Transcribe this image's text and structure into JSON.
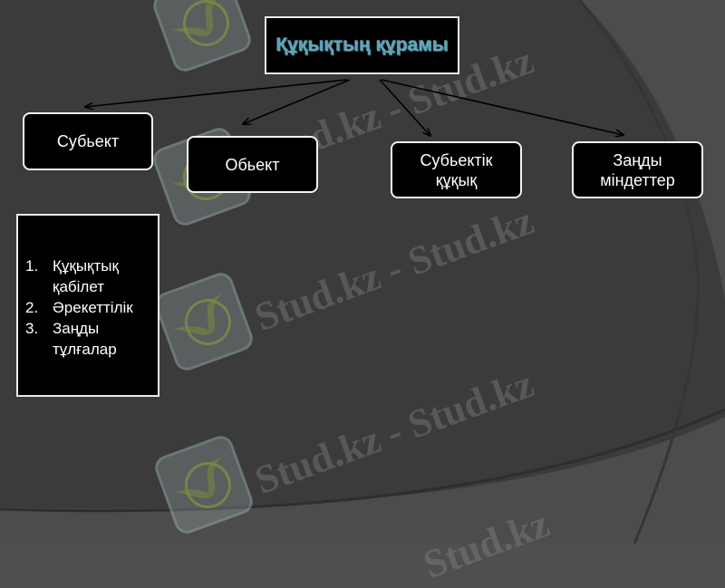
{
  "slide": {
    "title": "Құқықтың құрамы",
    "nodes": [
      {
        "id": "subject",
        "label": "Субьект"
      },
      {
        "id": "object",
        "label": "Обьект"
      },
      {
        "id": "subjective-right",
        "line1": "Субьектік",
        "line2": "құқық"
      },
      {
        "id": "legal-duties",
        "line1": "Заңды",
        "line2": "міндеттер"
      }
    ],
    "list": [
      {
        "num": "1.",
        "line1": "Құқықтық",
        "line2": "қабілет"
      },
      {
        "num": "2.",
        "line1": "Әрекеттілік",
        "line2": ""
      },
      {
        "num": "3.",
        "line1": "Заңды",
        "line2": "тұлғалар"
      }
    ]
  },
  "watermark": {
    "text_short": "Stud.kz",
    "text_long": "Stud.kz - Stud.kz",
    "logo_icon": "hummingbird-logo-icon"
  },
  "colors": {
    "background_dark": "#3c3c3c",
    "background_light": "#565656",
    "title_text": "#5fa4b8",
    "box_fill": "#000000",
    "box_border": "#f2f2f2",
    "arrow": "#000000"
  }
}
